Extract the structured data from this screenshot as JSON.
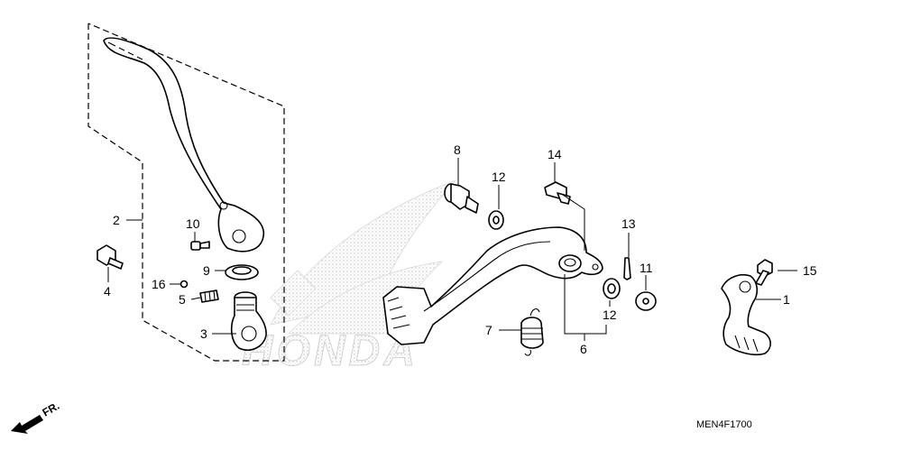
{
  "diagram": {
    "callouts": [
      "1",
      "2",
      "3",
      "4",
      "5",
      "6",
      "7",
      "8",
      "9",
      "10",
      "11",
      "12",
      "12",
      "13",
      "14",
      "15",
      "16"
    ],
    "direction_label": "FR.",
    "watermark_text": "HONDA",
    "diagram_code": "MEN4F1700"
  }
}
